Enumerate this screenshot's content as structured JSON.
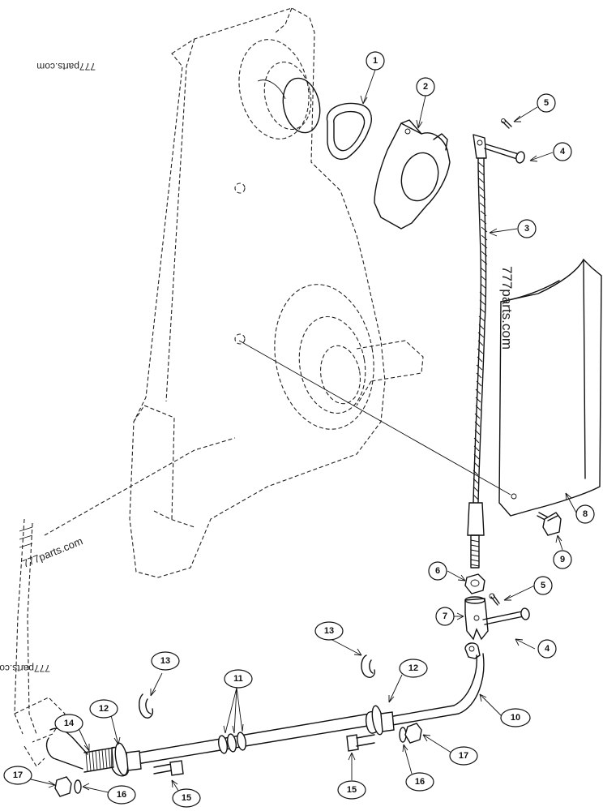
{
  "watermark": "777parts.com",
  "watermark_cut": "777parts.co",
  "callouts": [
    {
      "id": "c1",
      "label": "1"
    },
    {
      "id": "c2",
      "label": "2"
    },
    {
      "id": "c3",
      "label": "3"
    },
    {
      "id": "c4a",
      "label": "4"
    },
    {
      "id": "c4b",
      "label": "4"
    },
    {
      "id": "c5a",
      "label": "5"
    },
    {
      "id": "c5b",
      "label": "5"
    },
    {
      "id": "c6",
      "label": "6"
    },
    {
      "id": "c7",
      "label": "7"
    },
    {
      "id": "c8",
      "label": "8"
    },
    {
      "id": "c9",
      "label": "9"
    },
    {
      "id": "c10",
      "label": "10"
    },
    {
      "id": "c11",
      "label": "11"
    },
    {
      "id": "c12a",
      "label": "12"
    },
    {
      "id": "c12b",
      "label": "12"
    },
    {
      "id": "c13a",
      "label": "13"
    },
    {
      "id": "c13b",
      "label": "13"
    },
    {
      "id": "c14",
      "label": "14"
    },
    {
      "id": "c15a",
      "label": "15"
    },
    {
      "id": "c15b",
      "label": "15"
    },
    {
      "id": "c16a",
      "label": "16"
    },
    {
      "id": "c16b",
      "label": "16"
    },
    {
      "id": "c17a",
      "label": "17"
    },
    {
      "id": "c17b",
      "label": "17"
    }
  ]
}
